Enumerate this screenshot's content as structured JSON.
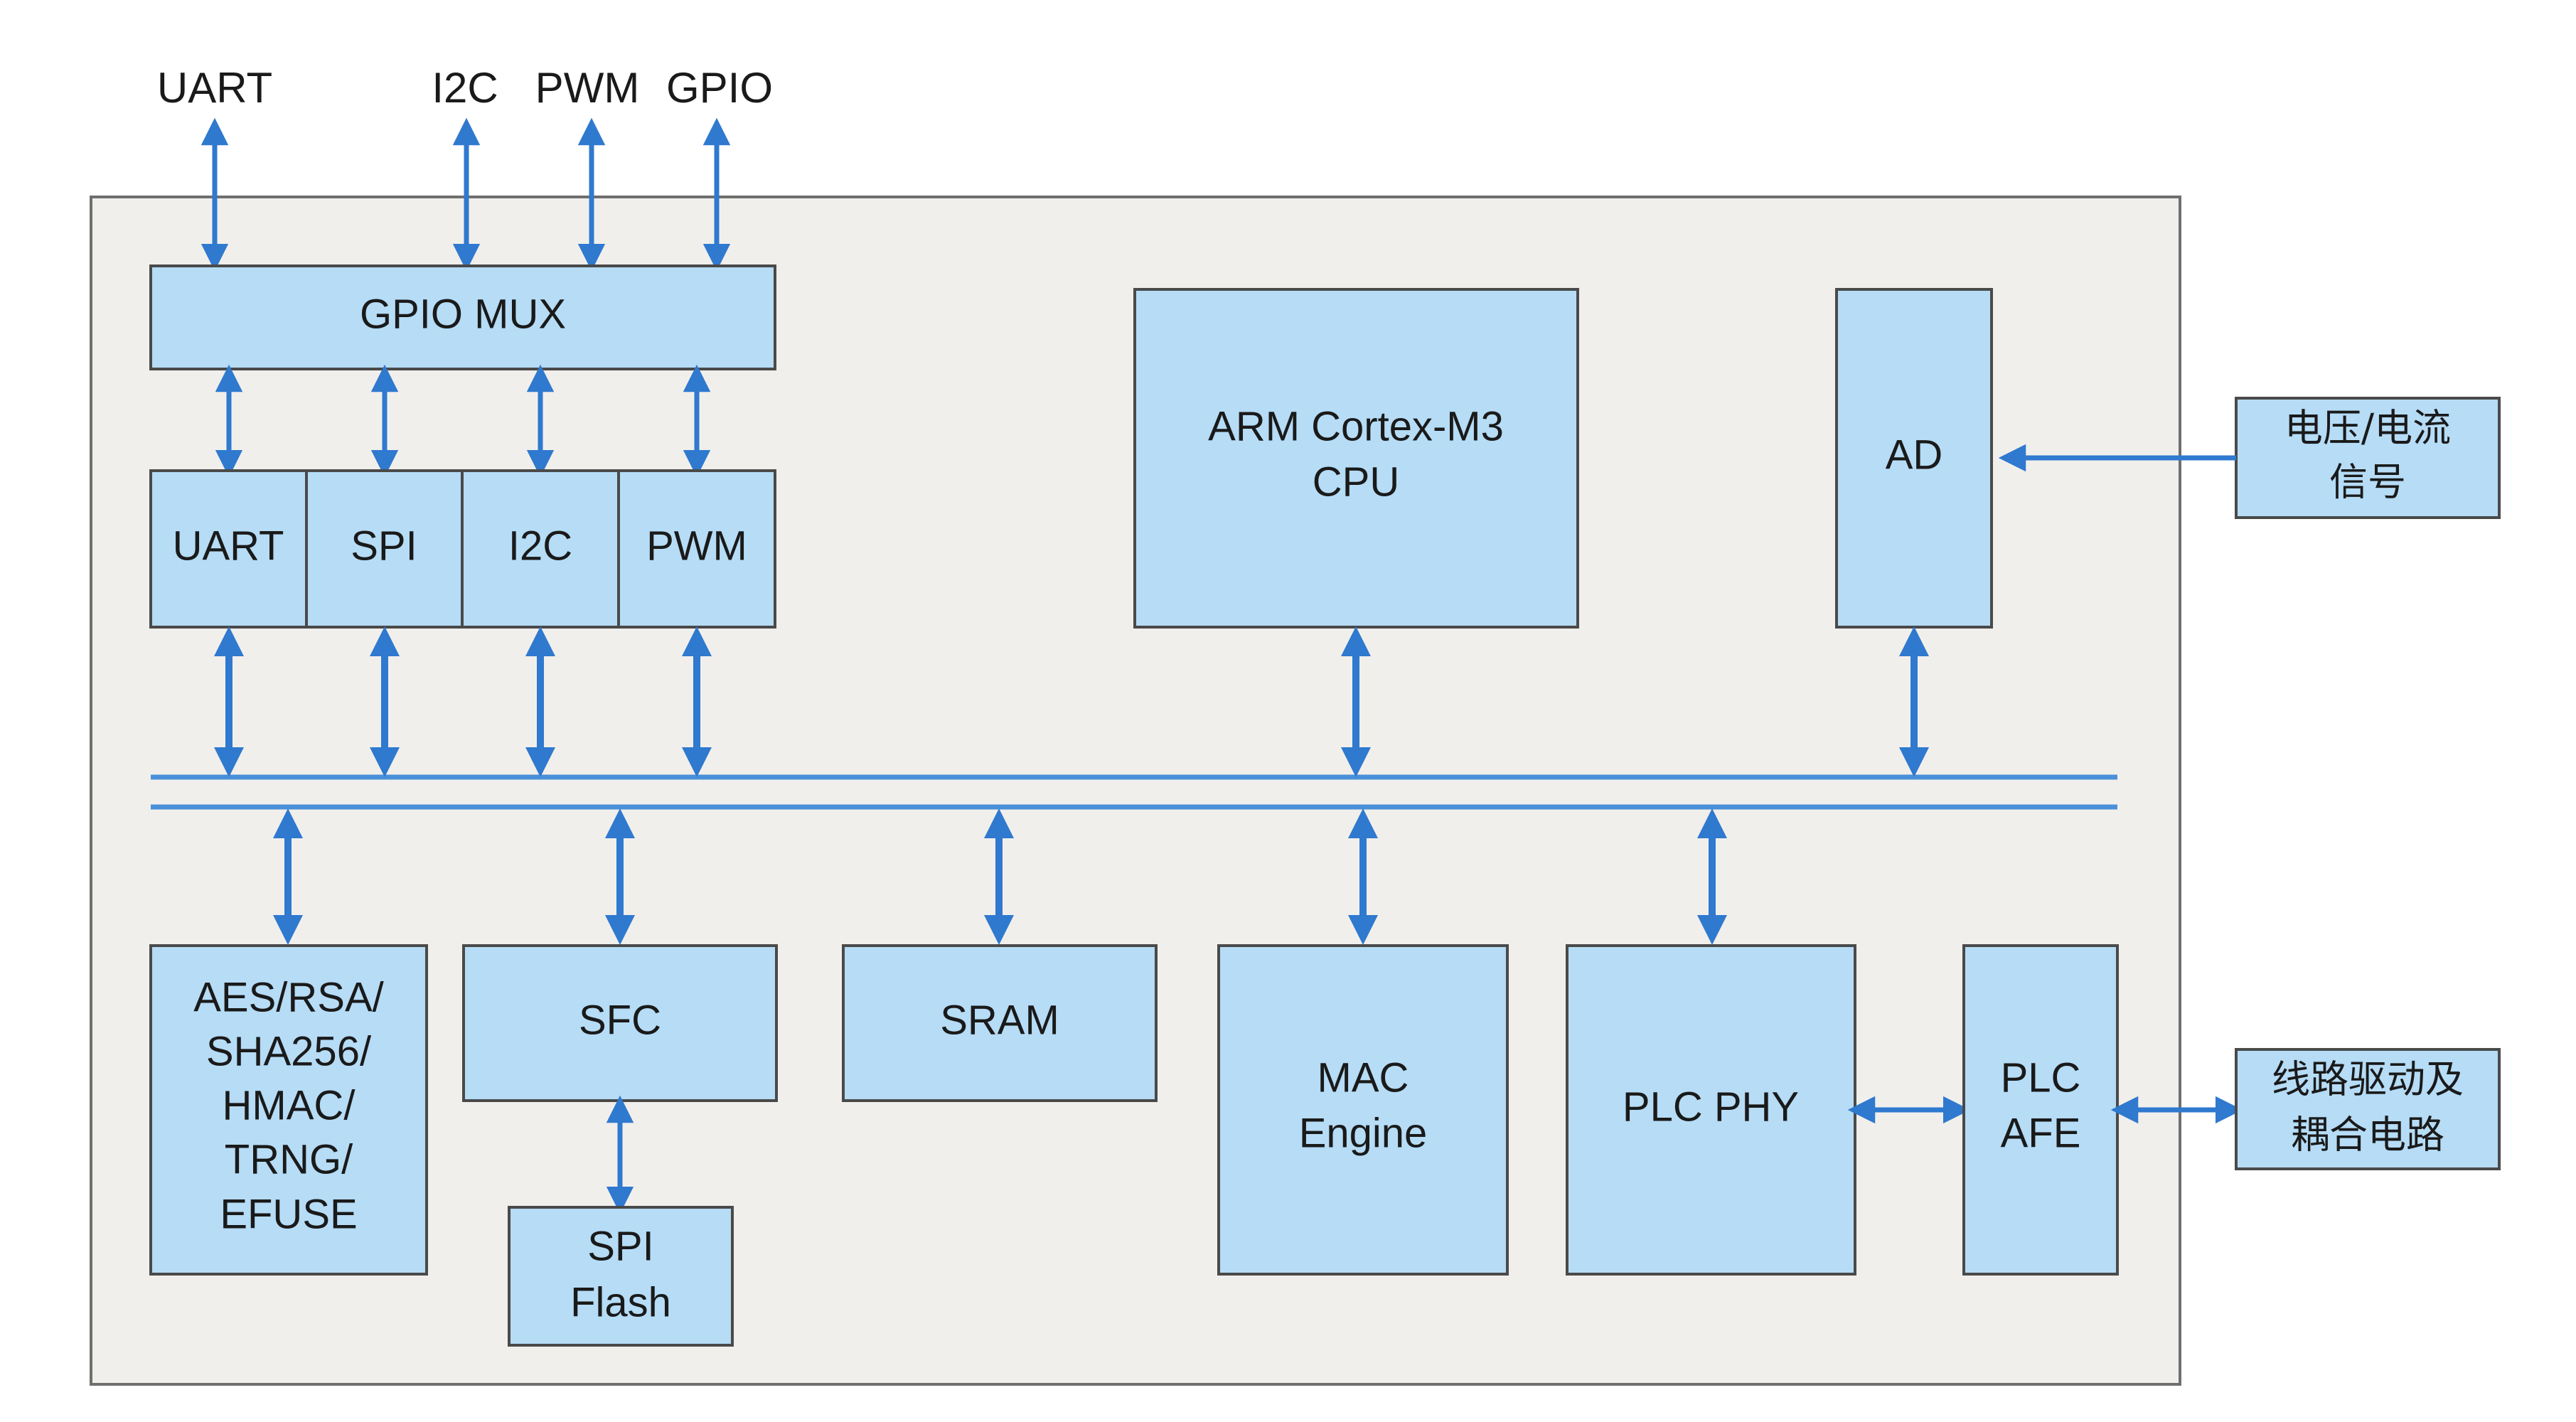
{
  "external_pins": [
    "UART",
    "I2C",
    "PWM",
    "GPIO"
  ],
  "blocks": {
    "gpio_mux": "GPIO MUX",
    "uart": "UART",
    "spi": "SPI",
    "i2c": "I2C",
    "pwm": "PWM",
    "cpu": [
      "ARM Cortex-M3",
      "CPU"
    ],
    "ad": "AD",
    "crypto": [
      "AES/RSA/",
      "SHA256/",
      "HMAC/",
      "TRNG/",
      "EFUSE"
    ],
    "sfc": "SFC",
    "spi_flash": [
      "SPI",
      "Flash"
    ],
    "sram": "SRAM",
    "mac_engine": [
      "MAC",
      "Engine"
    ],
    "plc_phy": "PLC PHY",
    "plc_afe": [
      "PLC",
      "AFE"
    ]
  },
  "external_blocks": {
    "voltage_current": [
      "电压/电流",
      "信号"
    ],
    "line_driver": [
      "线路驱动及",
      "耦合电路"
    ]
  },
  "colors": {
    "block_fill": "#b6dcf6",
    "connector": "#2f79cf",
    "chip_background": "#f1efec"
  }
}
